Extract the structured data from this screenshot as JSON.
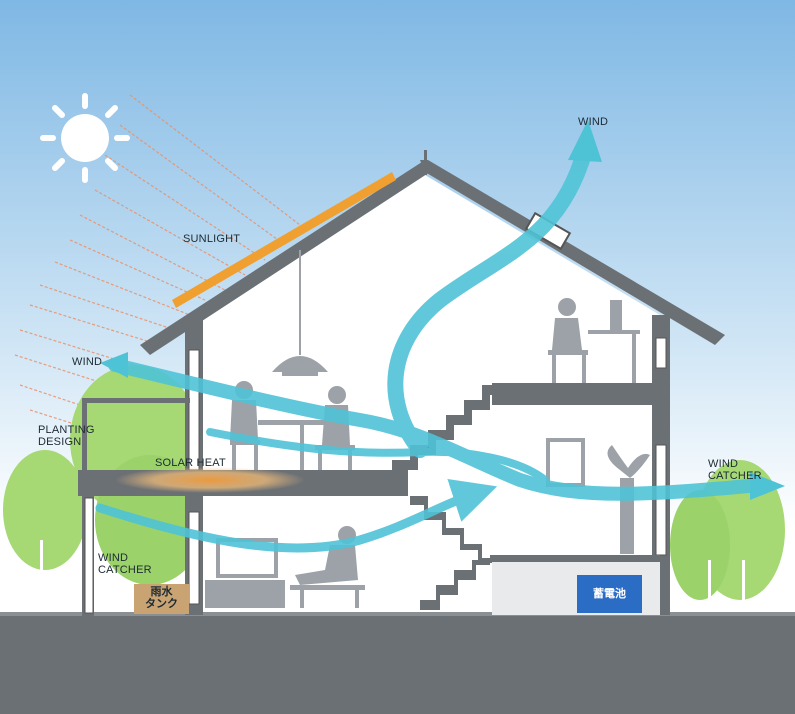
{
  "labels": {
    "wind_top": "WIND",
    "sunlight": "SUNLIGHT",
    "wind_left": "WIND",
    "planting_design": "PLANTING\nDESIGN",
    "solar_heat": "SOLAR HEAT",
    "wind_catcher_right": "WIND\nCATCHER",
    "wind_catcher_left": "WIND\nCATCHER",
    "rainwater_tank": "雨水\nタンク",
    "battery": "蓄電池"
  },
  "colors": {
    "sky_top": "#8bbfe6",
    "sky_bottom": "#ffffff",
    "wall": "#6b7075",
    "ground": "#6b7075",
    "wind_arrow": "#4fc3d6",
    "solar_panel": "#f0a030",
    "sun_ray": "#e8906a",
    "tree": "#9bd36a",
    "rain_tank": "#c9a472",
    "battery": "#2b6cc4"
  }
}
